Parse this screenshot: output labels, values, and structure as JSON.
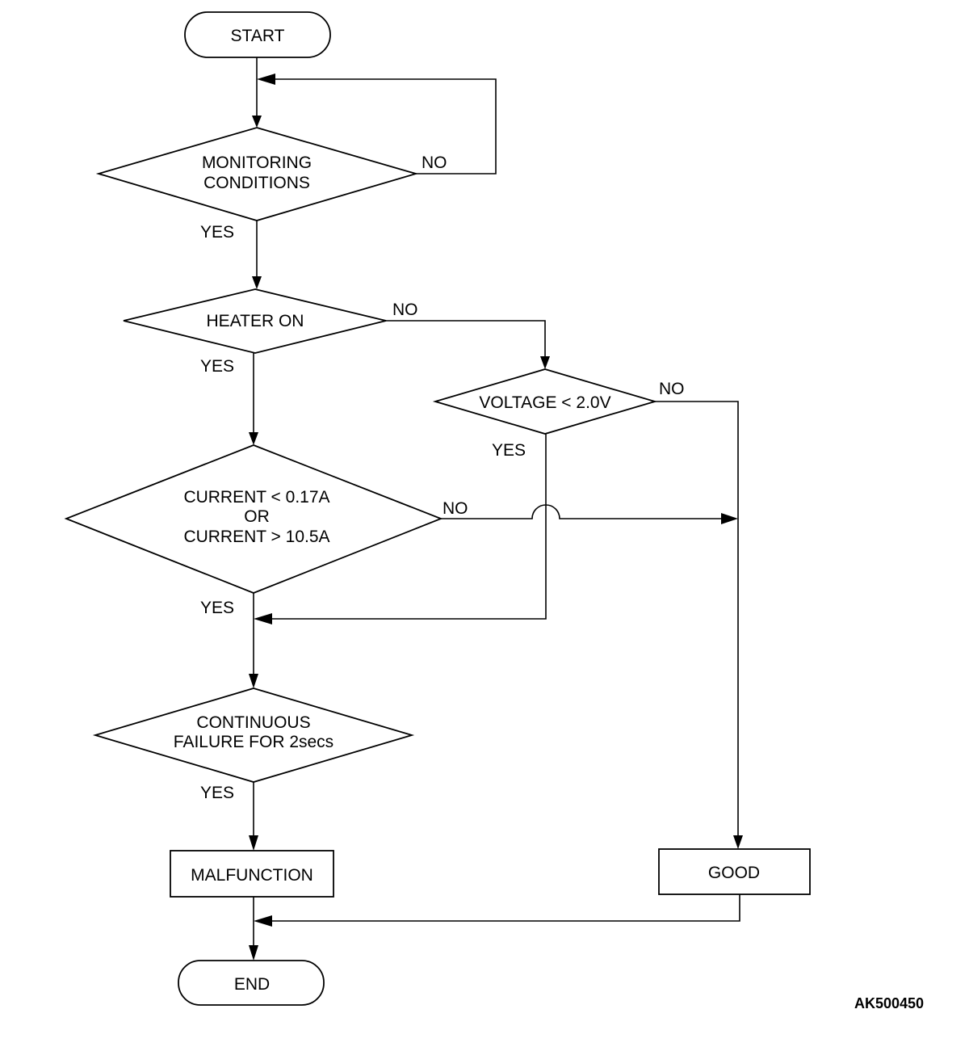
{
  "start": {
    "label": "START"
  },
  "end": {
    "label": "END"
  },
  "decisions": {
    "monitoring": {
      "line1": "MONITORING",
      "line2": "CONDITIONS",
      "yes": "YES",
      "no": "NO"
    },
    "heater": {
      "label": "HEATER ON",
      "yes": "YES",
      "no": "NO"
    },
    "voltage": {
      "label": "VOLTAGE < 2.0V",
      "yes": "YES",
      "no": "NO"
    },
    "current": {
      "line1": "CURRENT < 0.17A",
      "line2": "OR",
      "line3": "CURRENT > 10.5A",
      "yes": "YES",
      "no": "NO"
    },
    "continuous": {
      "line1": "CONTINUOUS",
      "line2": "FAILURE FOR 2secs",
      "yes": "YES"
    }
  },
  "results": {
    "malfunction": "MALFUNCTION",
    "good": "GOOD"
  },
  "figure_id": "AK500450"
}
